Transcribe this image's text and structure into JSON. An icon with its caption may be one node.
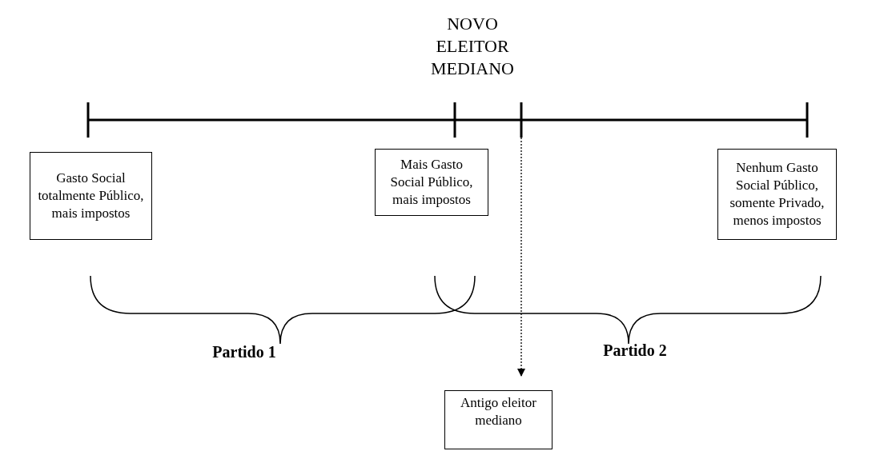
{
  "diagram": {
    "nodes": [
      {
        "text": [
          "Gasto Social totalmente Público, mais impostos"
        ]
      },
      {
        "text": [
          "Mais Gasto Social Público, mais impostos"
        ]
      },
      {
        "text": [
          "Nenhum Gasto Social Público, somente Privado, menos impostos"
        ]
      },
      {
        "text": [
          "Antigo eleitor mediano"
        ]
      }
    ],
    "edges": [
      {
        "from": null,
        "to": 3,
        "arrow": "to",
        "style": "dashed"
      }
    ],
    "labels": [
      "NOVO ELEITOR MEDIANO",
      "Partido 1",
      "Partido 2"
    ]
  }
}
